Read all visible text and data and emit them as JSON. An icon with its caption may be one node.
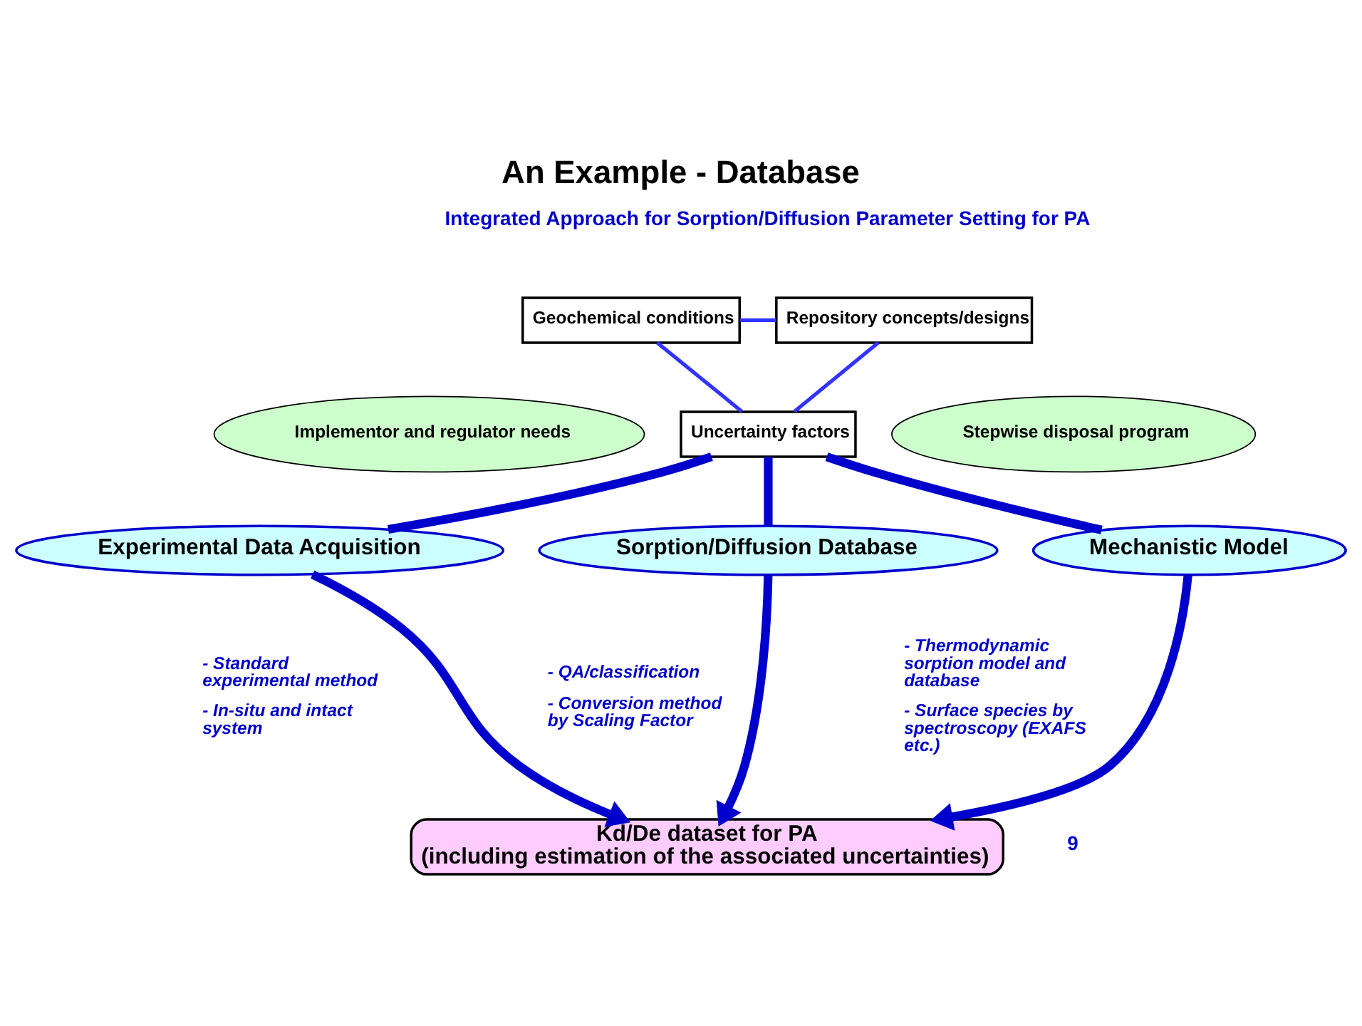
{
  "diagram": {
    "title": "An Example - Database",
    "nodes": [
      {
        "text": [
          "Geochemical conditions"
        ]
      },
      {
        "text": [
          "Repository concepts/designs"
        ]
      },
      {
        "text": [
          "Uncertainty factors"
        ]
      },
      {
        "text": [
          "Implementor and regulator needs"
        ]
      },
      {
        "text": [
          "Stepwise disposal program"
        ]
      },
      {
        "text": [
          "Experimental Data Acquisition"
        ],
        "beside": [
          "- Standard experimental method",
          "- In-situ and intact system"
        ]
      },
      {
        "text": [
          "Sorption/Diffusion Database"
        ],
        "beside": [
          "- QA/classification",
          "- Conversion method by Scaling Factor"
        ]
      },
      {
        "text": [
          "Mechanistic Model"
        ],
        "beside": [
          "- Thermodynamic sorption model and database",
          "- Surface species by spectroscopy (EXAFS etc.)"
        ]
      },
      {
        "text": [
          "Kd/De dataset for PA",
          "(including estimation of the associated uncertainties)"
        ]
      }
    ],
    "edges": [
      {
        "from": 0,
        "to": 1,
        "arrow": "none",
        "color": "#3333ff"
      },
      {
        "from": 0,
        "to": 2,
        "arrow": "none",
        "color": "#3333ff"
      },
      {
        "from": 1,
        "to": 2,
        "arrow": "none",
        "color": "#3333ff"
      },
      {
        "from": 2,
        "to": 5,
        "arrow": "none"
      },
      {
        "from": 5,
        "to": 8,
        "arrow": "to"
      },
      {
        "from": 2,
        "to": 6,
        "arrow": "none"
      },
      {
        "from": 6,
        "to": 8,
        "arrow": "to"
      },
      {
        "from": 2,
        "to": 7,
        "arrow": "none"
      },
      {
        "from": 7,
        "to": 8,
        "arrow": "to"
      }
    ],
    "labels": [
      "Integrated Approach for Sorption/Diffusion Parameter Setting for PA",
      "9"
    ]
  }
}
